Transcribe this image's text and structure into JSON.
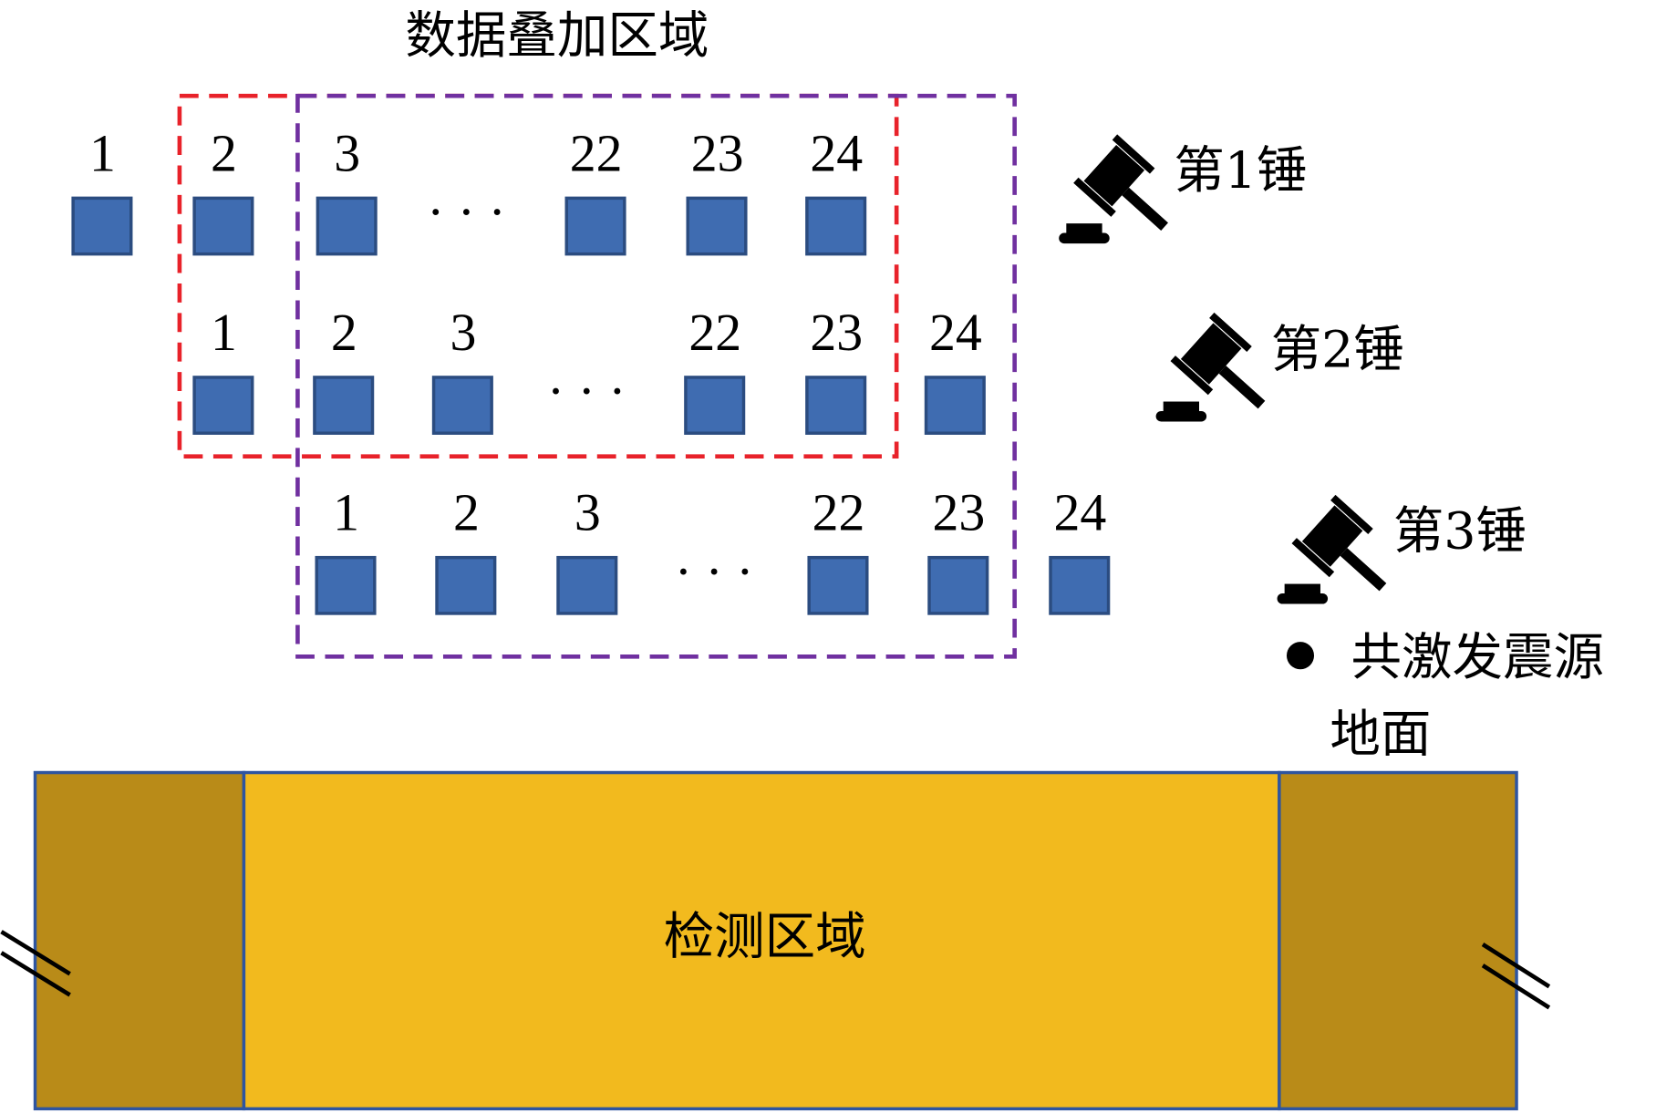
{
  "title": "数据叠加区域",
  "rows": [
    {
      "labels": [
        "1",
        "2",
        "3",
        "22",
        "23",
        "24"
      ],
      "ellipsis": "· · ·"
    },
    {
      "labels": [
        "1",
        "2",
        "3",
        "22",
        "23",
        "24"
      ],
      "ellipsis": "· · ·"
    },
    {
      "labels": [
        "1",
        "2",
        "3",
        "22",
        "23",
        "24"
      ],
      "ellipsis": "· · ·"
    }
  ],
  "hammers": [
    "第1锤",
    "第2锤",
    "第3锤"
  ],
  "legend": {
    "source_label": "共激发震源"
  },
  "ground_label": "地面",
  "detection_label": "检测区域",
  "colors": {
    "receiver_fill": "#3F6CB1",
    "receiver_stroke": "#2B4C80",
    "red_box": "#E8222A",
    "purple_box": "#7030A0",
    "detection_zone": "#F2BA1E",
    "outer_zone": "#B98B18",
    "ground_border": "#2E55A0"
  }
}
